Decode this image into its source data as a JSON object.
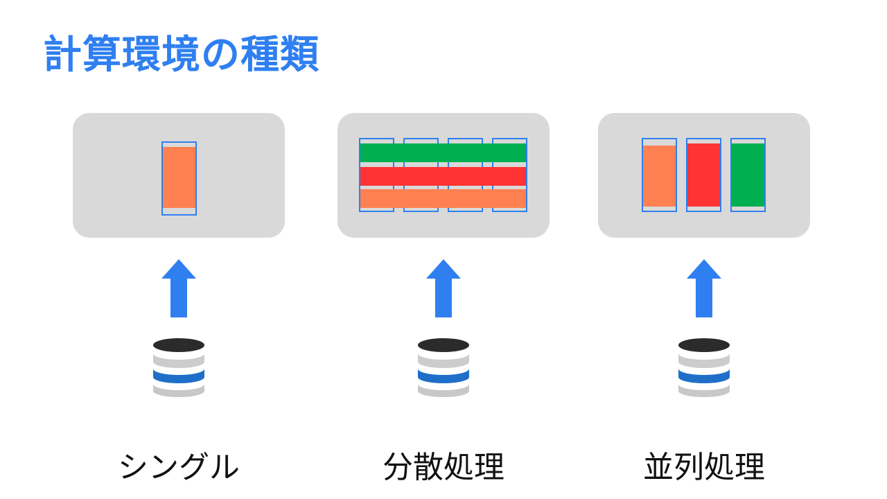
{
  "title": "計算環境の種類",
  "colors": {
    "title": "#2f7ff0",
    "panel": "#d9d9d9",
    "slot_border": "#2f7ff0",
    "task_orange": "#ff8050",
    "task_red": "#ff3333",
    "task_green": "#00b050",
    "arrow": "#2f7ff0",
    "db_top": "#2b2b2b",
    "db_layer": "#cccccc",
    "db_band": "#1f6fc8",
    "label": "#111111"
  },
  "columns": [
    {
      "label": "シングル"
    },
    {
      "label": "分散処理"
    },
    {
      "label": "並列処理"
    }
  ],
  "icons": [
    "arrow-up-icon",
    "database-icon"
  ]
}
